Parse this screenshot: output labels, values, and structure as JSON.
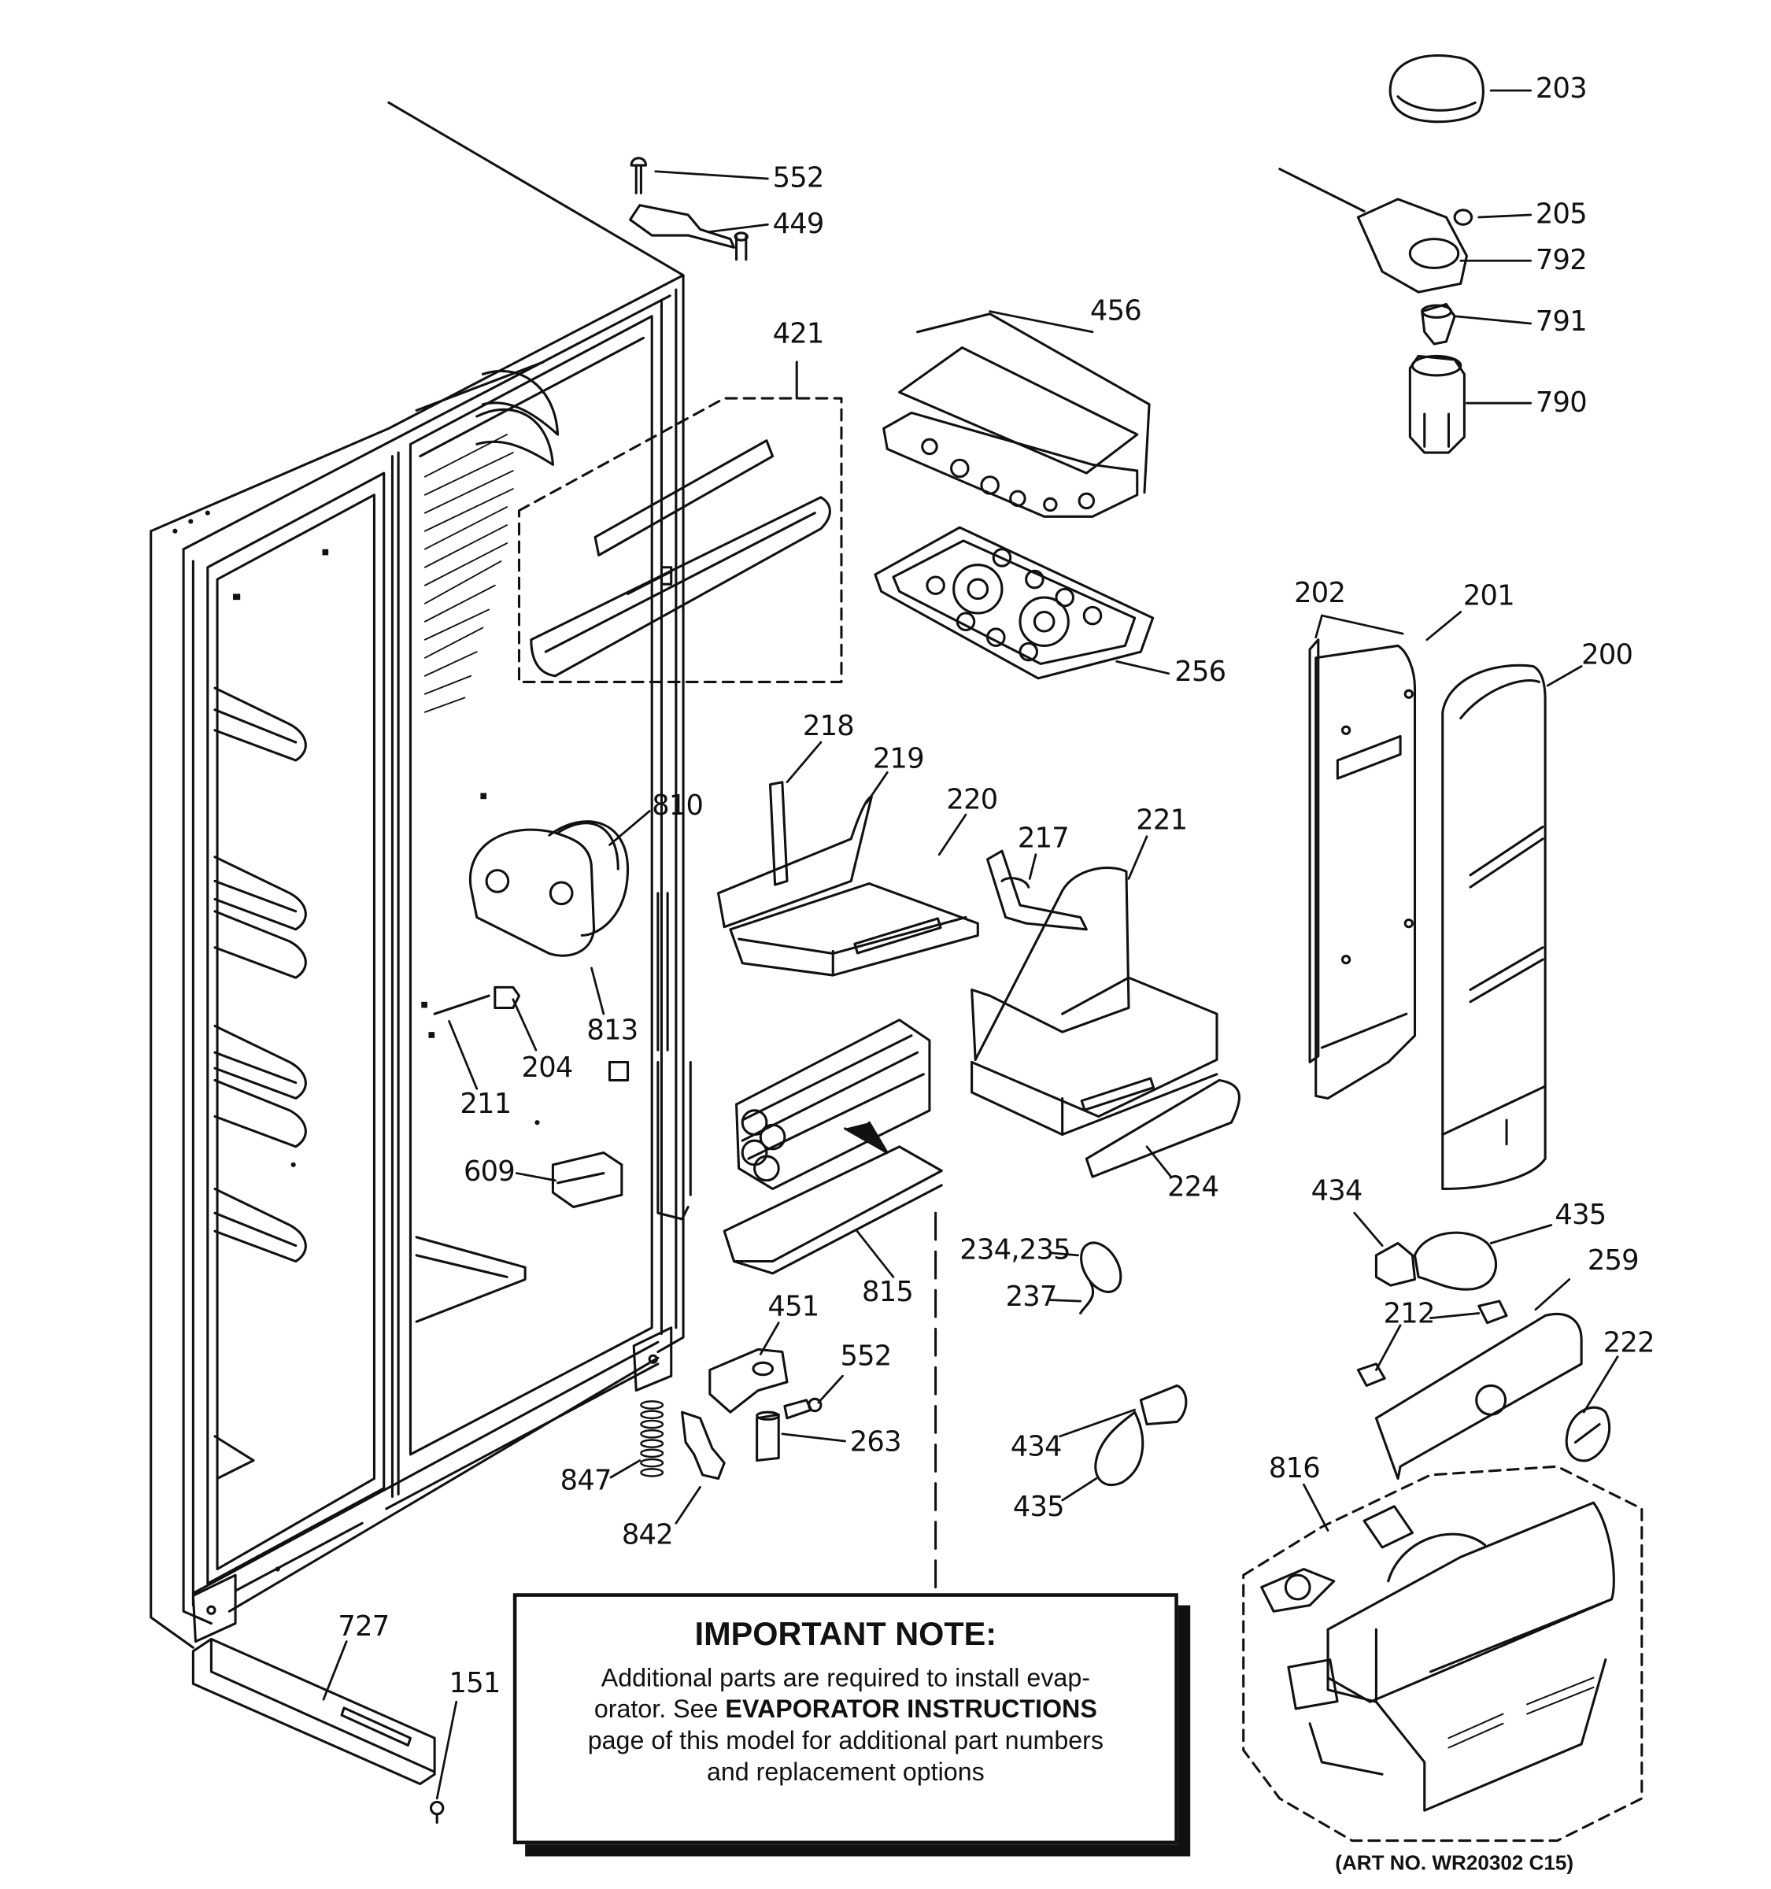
{
  "labels": {
    "p203": "203",
    "p205": "205",
    "p792": "792",
    "p791": "791",
    "p790": "790",
    "p552a": "552",
    "p449": "449",
    "p456": "456",
    "p421": "421",
    "p202": "202",
    "p201": "201",
    "p200": "200",
    "p256": "256",
    "p218": "218",
    "p219": "219",
    "p220": "220",
    "p810": "810",
    "p217": "217",
    "p221": "221",
    "p813": "813",
    "p204": "204",
    "p211": "211",
    "p609": "609",
    "p224": "224",
    "p434a": "434",
    "p435a": "435",
    "p259": "259",
    "p234": "234,235",
    "p237": "237",
    "p815": "815",
    "p451": "451",
    "p552b": "552",
    "p212": "212",
    "p222": "222",
    "p263": "263",
    "p847": "847",
    "p842": "842",
    "p434b": "434",
    "p435b": "435",
    "p816": "816",
    "p727": "727",
    "p151": "151"
  },
  "note": {
    "heading": "IMPORTANT NOTE:",
    "line1": "Additional parts are required to install evap-",
    "line2_pre": "orator.  See ",
    "line2_bold": "EVAPORATOR INSTRUCTIONS",
    "line3": "page of this model for additional part numbers",
    "line4": "and replacement options"
  },
  "art_number": "(ART NO. WR20302 C15)"
}
